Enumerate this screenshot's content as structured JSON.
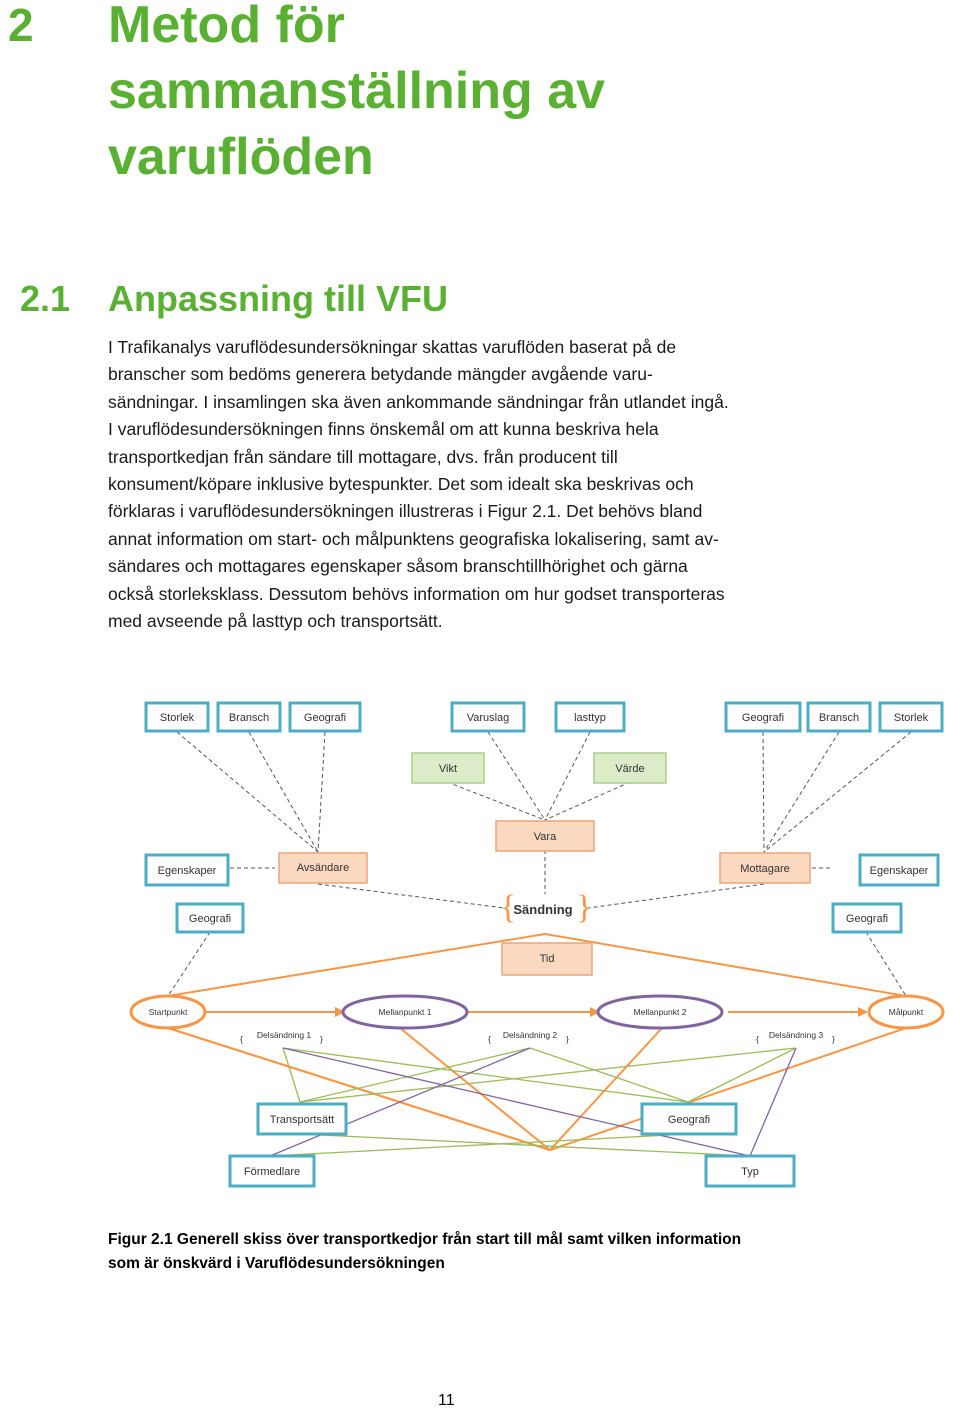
{
  "heading1": {
    "number": "2",
    "title_lines": [
      "Metod för",
      "sammanställning av",
      "varuflöden"
    ]
  },
  "heading2": {
    "number": "2.1",
    "title": "Anpassning till VFU"
  },
  "body_lines": [
    "I Trafikanalys varuflödesundersökningar skattas varuflöden baserat på de",
    "branscher som bedöms generera betydande mängder avgående varu-",
    "sändningar. I insamlingen ska även ankommande sändningar från utlandet ingå.",
    "I varuflödesundersökningen finns önskemål om att kunna beskriva hela",
    "transportkedjan från sändare till mottagare, dvs. från producent till",
    "konsument/köpare inklusive bytespunkter. Det som idealt ska beskrivas och",
    "förklaras i varuflödesundersökningen illustreras i Figur 2.1. Det behövs bland",
    "annat information om start- och målpunktens geografiska lokalisering, samt av-",
    "sändares och mottagares egenskaper såsom branschtillhörighet och gärna",
    "också storleksklass. Dessutom behövs information om hur godset transporteras",
    "med avseende på lasttyp och transportsätt."
  ],
  "figure": {
    "top_left": [
      "Storlek",
      "Bransch",
      "Geografi"
    ],
    "top_center": [
      "Varuslag",
      "lasttyp"
    ],
    "top_right": [
      "Geografi",
      "Bransch",
      "Storlek"
    ],
    "weight": "Vikt",
    "value": "Värde",
    "goods": "Vara",
    "left_props": "Egenskaper",
    "sender": "Avsändare",
    "right_props": "Egenskaper",
    "receiver": "Mottagare",
    "left_geo": "Geografi",
    "right_geo": "Geografi",
    "shipment": "Sändning",
    "time": "Tid",
    "start": "Startpunkt",
    "mid1": "Mellanpunkt 1",
    "mid2": "Mellanpunkt 2",
    "end": "Målpunkt",
    "part1": "Delsändning 1",
    "part2": "Delsändning 2",
    "part3": "Delsändning 3",
    "mode": "Transportsätt",
    "geo_bottom": "Geografi",
    "vehicle": "Förmedlare",
    "type": "Typ",
    "colors": {
      "blue": "#4bacc6",
      "green": "#9bbb59",
      "orange": "#f79646",
      "purple": "#8064a2",
      "heading": "#5ab032"
    }
  },
  "caption_lines": [
    "Figur 2.1 Generell skiss över transportkedjor från start till mål samt vilken information",
    "som är önskvärd i Varuflödesundersökningen"
  ],
  "page_number": "11"
}
